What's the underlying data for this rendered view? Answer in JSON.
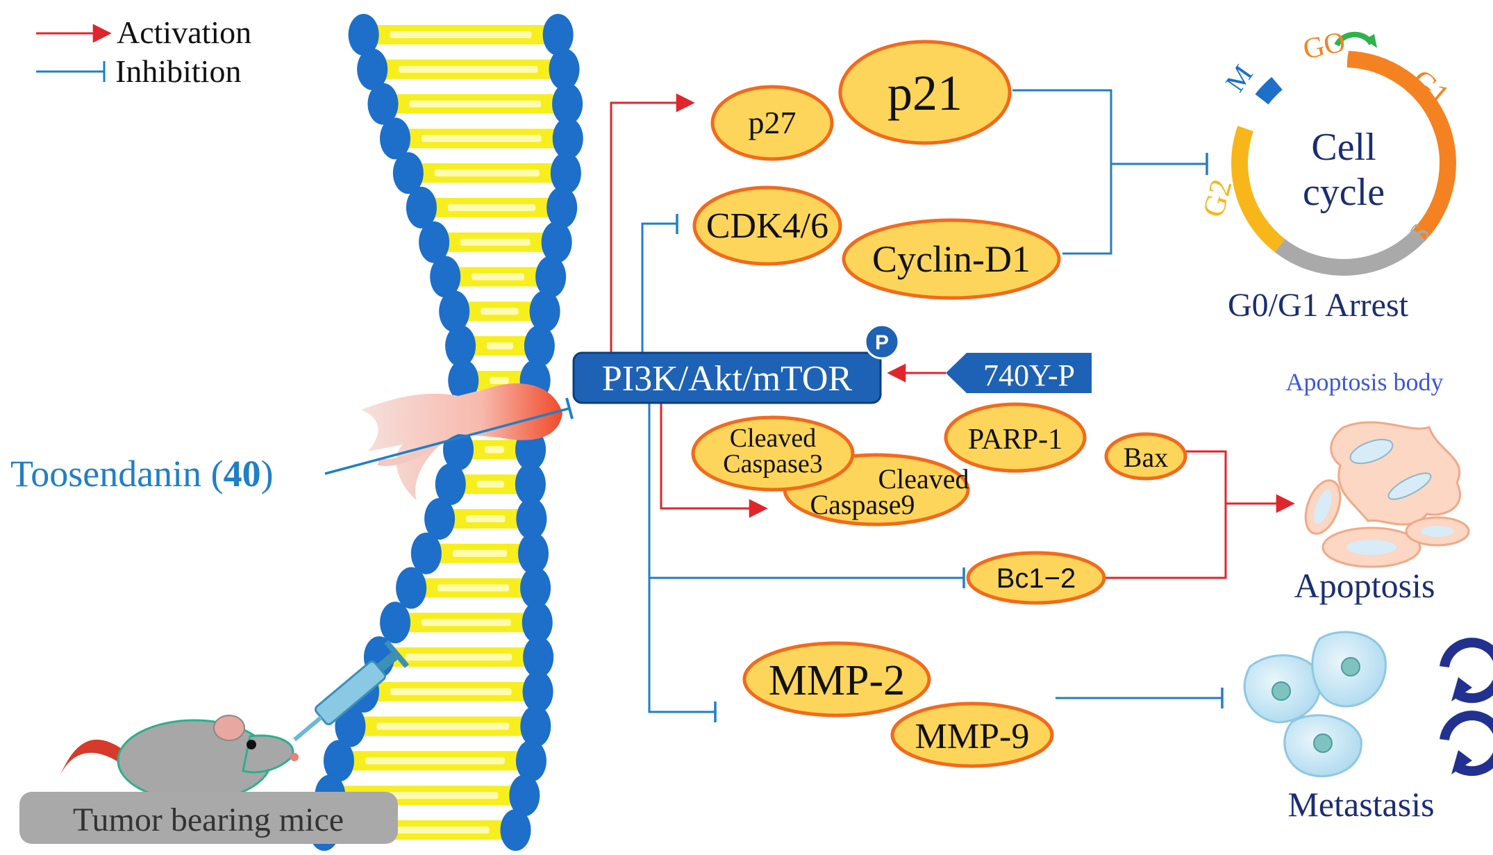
{
  "legend": {
    "activation": "Activation",
    "inhibition": "Inhibition"
  },
  "drug": {
    "name": "Toosendanin (",
    "number": "40",
    "close": ")"
  },
  "mice": {
    "label": "Tumor bearing mice"
  },
  "hub": {
    "label": "PI3K/Akt/mTOR",
    "phospho": "P"
  },
  "activator": {
    "label": "740Y-P"
  },
  "proteins": {
    "p27": "p27",
    "p21": "p21",
    "cdk46": "CDK4/6",
    "cyclind1": "Cyclin-D1",
    "cleaved_caspase3_line1": "Cleaved",
    "cleaved_caspase3_line2": "Caspase3",
    "parp1": "PARP-1",
    "bax": "Bax",
    "cleaved_caspase9_line1": "Cleaved",
    "cleaved_caspase9_line2": "Caspase9",
    "bcl2": "Bc1−2",
    "mmp2": "MMP-2",
    "mmp9": "MMP-9"
  },
  "cell_cycle": {
    "center_line1": "Cell",
    "center_line2": "cycle",
    "phase_g0": "GO",
    "phase_g1": "G1",
    "phase_s": "S",
    "phase_g2": "G2",
    "phase_m": "M",
    "caption": "G0/G1 Arrest"
  },
  "outcomes": {
    "apoptosis_body": "Apoptosis body",
    "apoptosis": "Apoptosis",
    "metastasis": "Metastasis"
  },
  "colors": {
    "activation": "#e0252b",
    "inhibition": "#1f7fc6",
    "ellipse_fill": "#fdd55b",
    "ellipse_stroke": "#f26a1b",
    "dna_backbone": "#1d6fc9",
    "dna_rung": "#f7ee1e",
    "hub_fill": "#1e62b5",
    "phase_g1": "#f58220",
    "phase_s": "#a9a9a9",
    "phase_g2": "#f7b71a",
    "phase_m": "#1d6fc9",
    "g0_arrow": "#2db34a",
    "metastasis_arrow": "#22318f"
  }
}
